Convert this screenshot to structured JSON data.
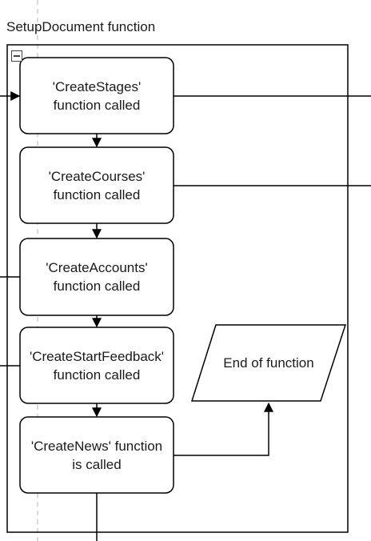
{
  "container": {
    "title": "SetupDocument function"
  },
  "nodes": [
    {
      "id": "create-stages",
      "line1": "'CreateStages'",
      "line2": "function called"
    },
    {
      "id": "create-courses",
      "line1": "'CreateCourses'",
      "line2": "function called"
    },
    {
      "id": "create-accounts",
      "line1": "'CreateAccounts'",
      "line2": "function called"
    },
    {
      "id": "create-start-feedback",
      "line1": "'CreateStartFeedback'",
      "line2": "function called"
    },
    {
      "id": "create-news",
      "line1": "'CreateNews' function",
      "line2": "is  called"
    }
  ],
  "end": {
    "label": "End of function"
  },
  "colors": {
    "stroke": "#000000",
    "guide": "#b3b3b3",
    "fill": "#ffffff"
  },
  "icons": {
    "collapse": "minus-collapse-icon"
  }
}
